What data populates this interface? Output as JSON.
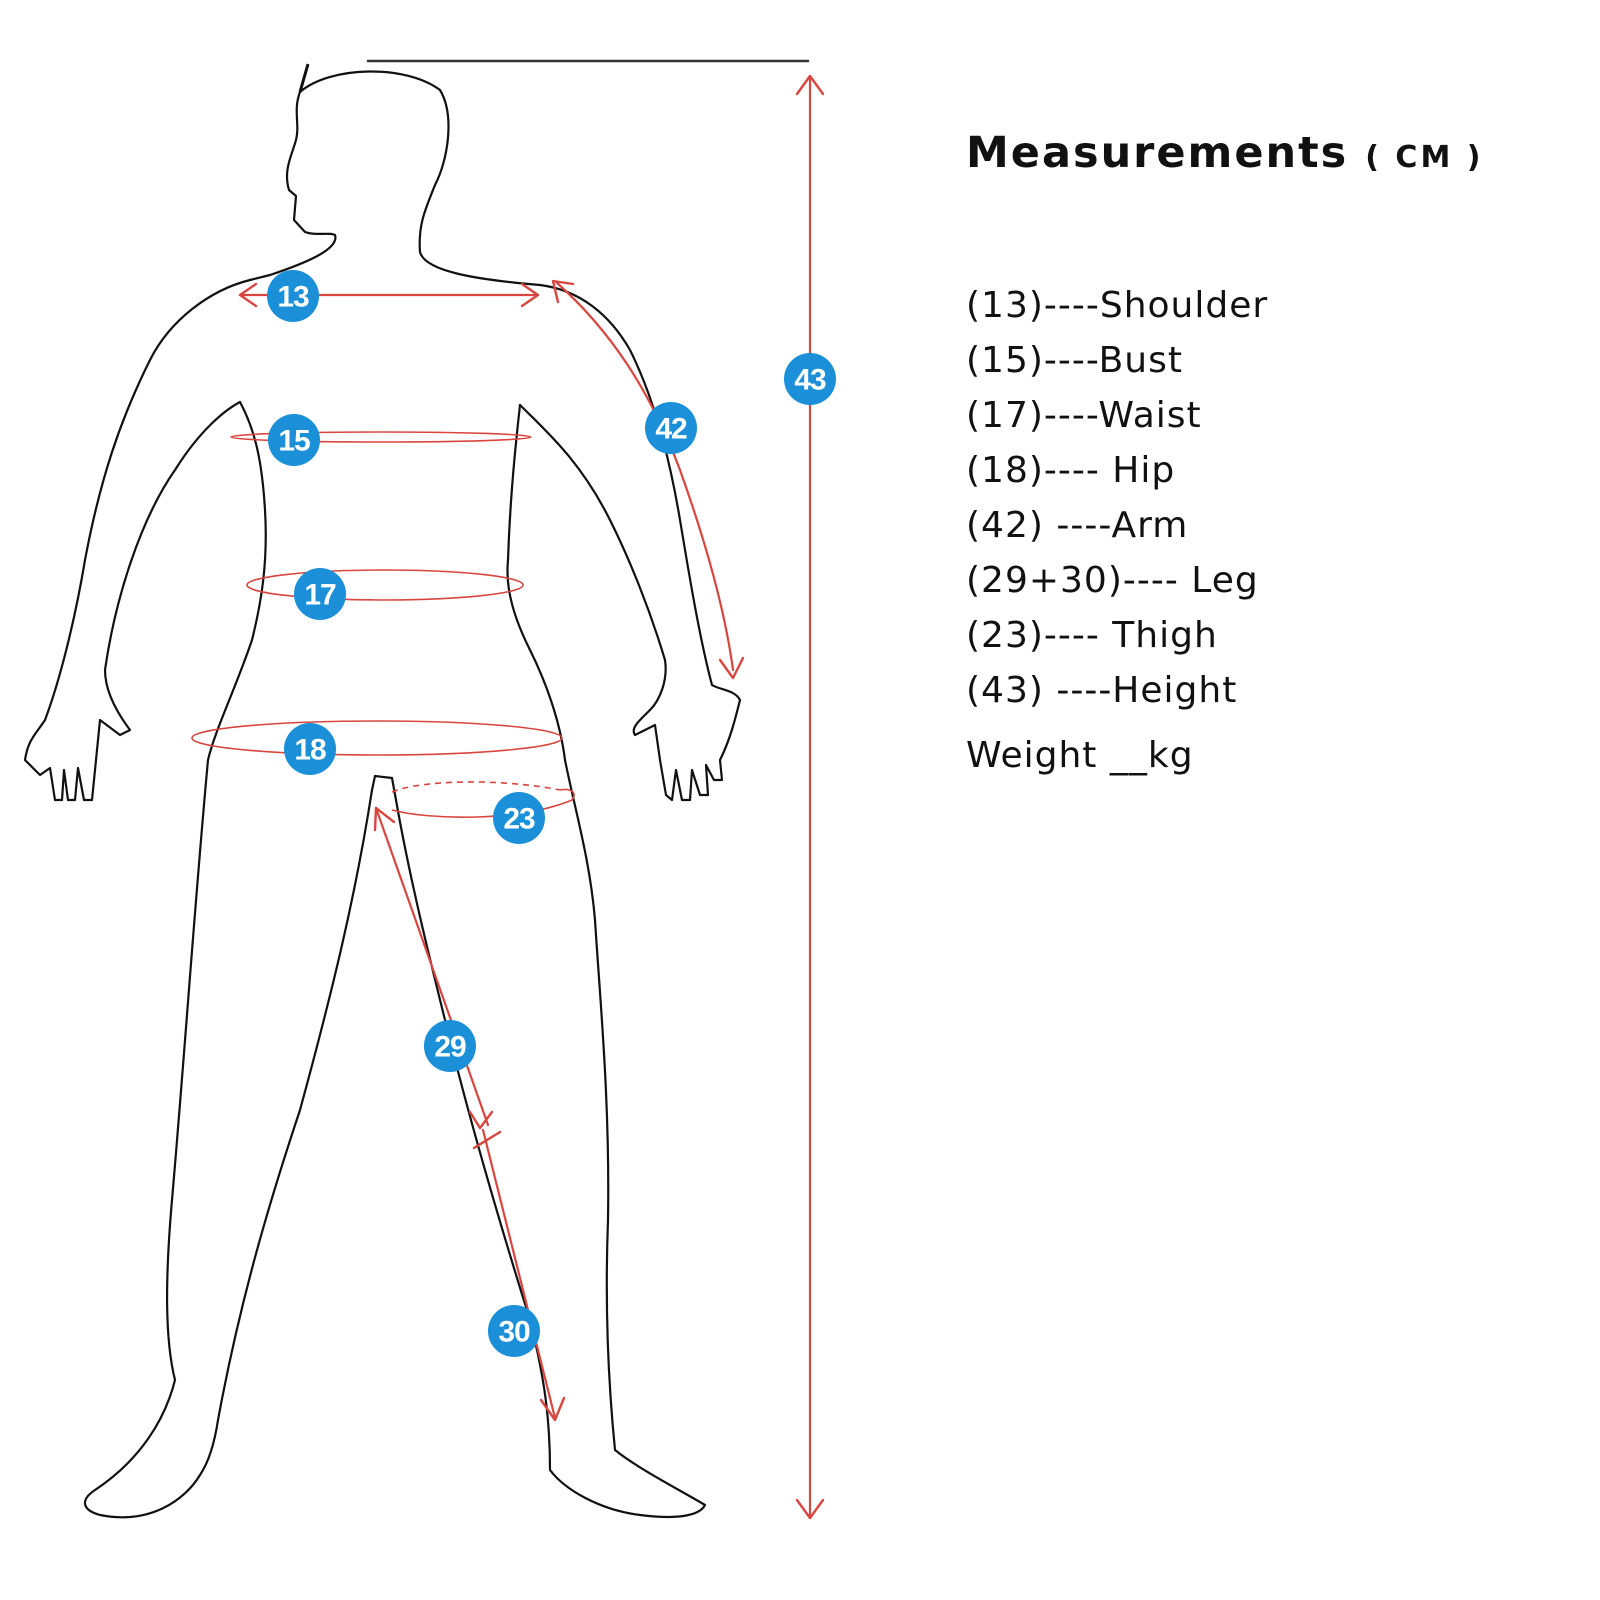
{
  "legend": {
    "title": "Measurements",
    "unit": "( CM )",
    "items": [
      "(13)----Shoulder",
      "(15)----Bust",
      "(17)----Waist",
      "(18)---- Hip",
      "(42) ----Arm",
      "(29+30)---- Leg",
      "(23)---- Thigh",
      "(43) ----Height"
    ],
    "weight": "Weight __kg"
  },
  "badges": {
    "shoulder": "13",
    "bust": "15",
    "waist": "17",
    "hip": "18",
    "thigh": "23",
    "upper_leg": "29",
    "lower_leg": "30",
    "arm": "42",
    "height": "43"
  },
  "colors": {
    "measure_line": "#d9463f",
    "badge": "#1b8fd8",
    "outline": "#111111"
  }
}
